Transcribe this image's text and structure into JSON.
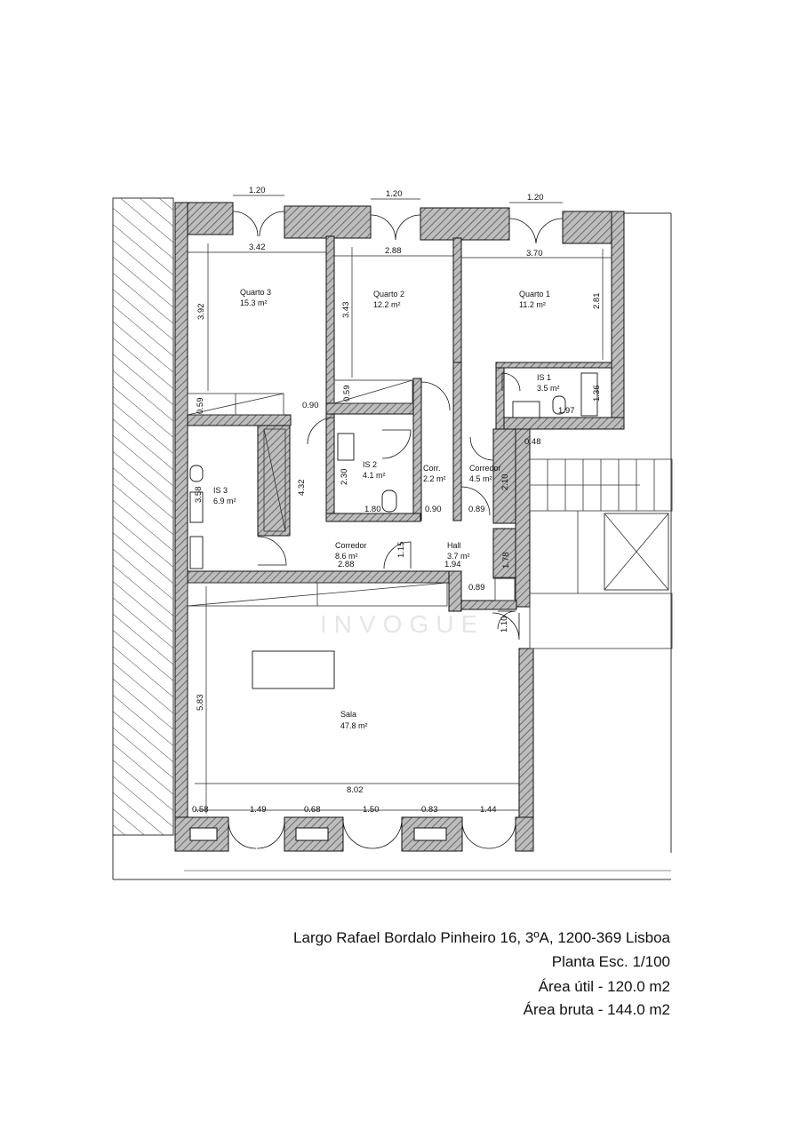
{
  "rooms": {
    "quarto3": {
      "name": "Quarto 3",
      "area": "15.3 m²"
    },
    "quarto2": {
      "name": "Quarto 2",
      "area": "12.2 m²"
    },
    "quarto1": {
      "name": "Quarto 1",
      "area": "11.2 m²"
    },
    "is1": {
      "name": "IS 1",
      "area": "3.5 m²"
    },
    "is2": {
      "name": "IS 2",
      "area": "4.1 m²"
    },
    "is3": {
      "name": "IS 3",
      "area": "6.9 m²"
    },
    "corr": {
      "name": "Corr.",
      "area": "2.2 m²"
    },
    "corredor1": {
      "name": "Corredor",
      "area": "4.5 m²"
    },
    "corredor2": {
      "name": "Corredor",
      "area": "8.6 m²"
    },
    "hall": {
      "name": "Hall",
      "area": "3.7 m²"
    },
    "sala": {
      "name": "Sala",
      "area": "47.8 m²"
    }
  },
  "dimensions": {
    "win_q3": "1.20",
    "win_q2": "1.20",
    "win_q1": "1.20",
    "q3_w": "3.42",
    "q2_w": "2.88",
    "q1_w": "3.70",
    "q3_h": "3.92",
    "q2_h": "3.43",
    "q1_h": "2.81",
    "d059a": "0.59",
    "d059b": "0.59",
    "d090a": "0.90",
    "is1_h": "1.36",
    "is1_w": "1.97",
    "d048": "0.48",
    "is2_h": "2.30",
    "is2_w": "1.80",
    "d090b": "0.90",
    "d089a": "0.89",
    "corr_h": "2.10",
    "is3_h": "3.58",
    "c2_h": "4.32",
    "d115": "1.15",
    "c2_w": "2.88",
    "hall_w": "1.94",
    "hall_h": "1.78",
    "d089b": "0.89",
    "d110": "1.10",
    "sala_h": "5.83",
    "sala_w": "8.02",
    "b058": "0.58",
    "b149": "1.49",
    "b068": "0.68",
    "b150": "1.50",
    "b083": "0.83",
    "b144": "1.44"
  },
  "watermark": "INVOGUE",
  "caption": {
    "address": "Largo Rafael Bordalo Pinheiro 16, 3ºA, 1200-369 Lisboa",
    "scale": "Planta Esc. 1/100",
    "area_util": "Área útil - 120.0 m2",
    "area_bruta": "Área bruta - 144.0 m2"
  }
}
